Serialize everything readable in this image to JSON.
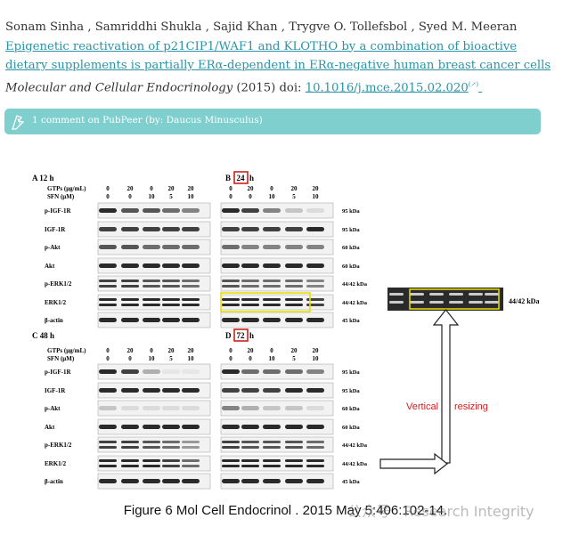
{
  "citation": {
    "authors": "Sonam Sinha , Samriddhi Shukla , Sajid Khan , Trygve O. Tollefsbol , Syed M. Meeran ",
    "title_link": "Epigenetic reactivation of p21CIP1/WAF1 and KLOTHO by a combination of bioactive dietary supplements is partially ERα-dependent in ERα-negative human breast cancer cells",
    "journal": "Molecular and Cellular Endocrinology",
    "year": " (2015) doi: ",
    "doi": "10.1016/j.mce.2015.02.020",
    "doi_sup": "(↗)"
  },
  "pubpeer": {
    "comment": "1 comment on PubPeer (by: Daucus Minusculus)",
    "icon": "pubpeer-logo-icon"
  },
  "figure": {
    "panel_a": "A    12 h",
    "panel_b_prefix": "B",
    "panel_b_time": "24",
    "panel_b_suffix": "h",
    "panel_c": "C    48 h",
    "panel_d_prefix": "D",
    "panel_d_time": "72",
    "panel_d_suffix": "h",
    "gtps_label": "GTPs (μg/mL)",
    "sfn_label": "SFN (μM)",
    "gtps_values": [
      "0",
      "20",
      "0",
      "20",
      "20"
    ],
    "sfn_values": [
      "0",
      "0",
      "10",
      "5",
      "10"
    ],
    "rows_ab": [
      "p-IGF-1R",
      "IGF-1R",
      "p-Akt",
      "Akt",
      "p-ERK1/2",
      "ERK1/2",
      "β-actin"
    ],
    "rows_cd": [
      "p-IGF-1R",
      "IGF-1R",
      "p-Akt",
      "Akt",
      "p-ERK1/2",
      "ERK1/2",
      "β-actin"
    ],
    "kda": [
      "95 kDa",
      "95 kDa",
      "60 kDa",
      "60 kDa",
      "44/42 kDa",
      "44/42 kDa",
      "45 kDa"
    ],
    "zoom_kda": "44/42 kDa",
    "vertical_label": "Vertical",
    "resizing_label": "resizing",
    "highlight_color": "#e8e000",
    "box_color": "#d02020"
  },
  "caption": "Figure 6 Mol Cell Endocrinol . 2015 May 5:406:102-14.",
  "watermark": "公众号 · Research Integrity"
}
